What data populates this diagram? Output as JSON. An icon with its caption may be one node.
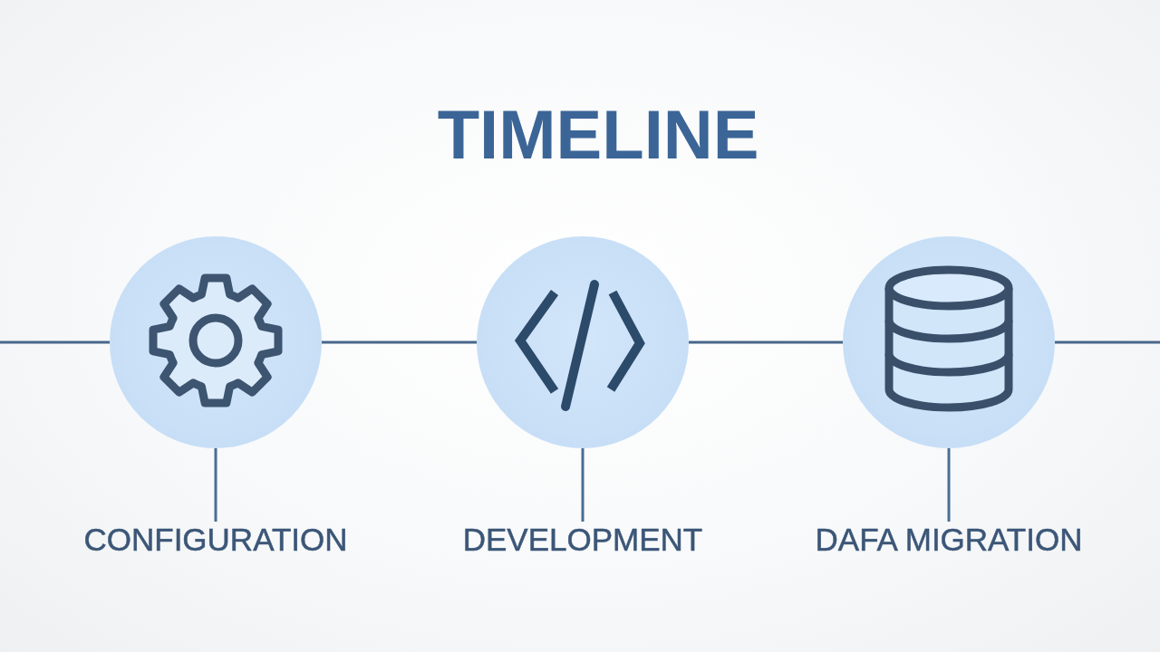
{
  "diagram": {
    "title": "TIMELINE",
    "nodes": [
      {
        "text": [],
        "shape": "circle"
      },
      {
        "text": [],
        "shape": "circle"
      },
      {
        "text": [],
        "shape": "circle"
      },
      {
        "text": [
          "CONFIGURATION"
        ]
      },
      {
        "text": [
          "DEVELOPMENT"
        ]
      },
      {
        "text": [
          "DAFA MIGRATION"
        ]
      }
    ],
    "edges": [
      {
        "from": null,
        "to": 0,
        "arrow": "none"
      },
      {
        "from": 0,
        "to": 1,
        "arrow": "none"
      },
      {
        "from": 1,
        "to": 2,
        "arrow": "none"
      },
      {
        "from": 2,
        "to": null,
        "arrow": "none"
      },
      {
        "from": 0,
        "to": 3,
        "arrow": "none"
      },
      {
        "from": 1,
        "to": 4,
        "arrow": "none"
      },
      {
        "from": 2,
        "to": 5,
        "arrow": "none"
      }
    ]
  }
}
